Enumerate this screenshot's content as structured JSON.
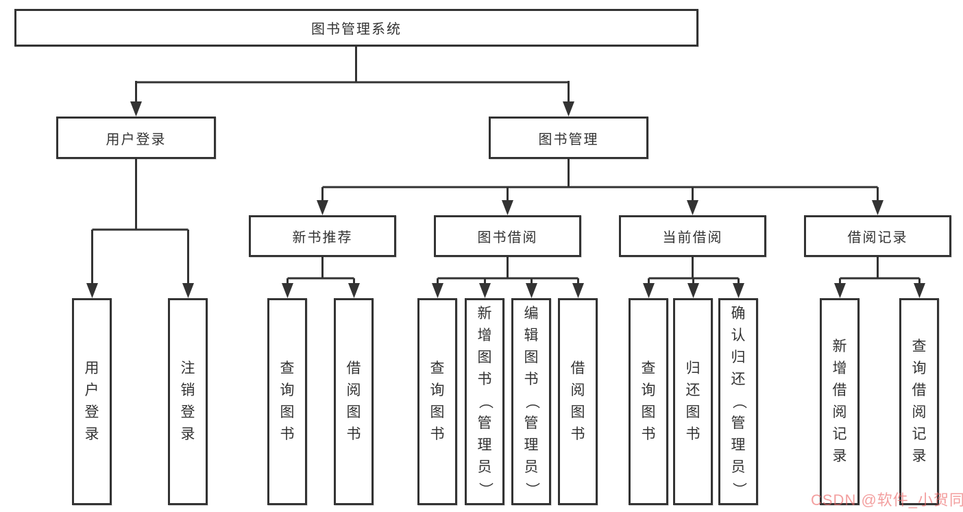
{
  "tree": {
    "root": {
      "label": "图书管理系统"
    },
    "branches": [
      {
        "label": "用户登录",
        "children": [
          {
            "label": "用户登录"
          },
          {
            "label": "注销登录"
          }
        ]
      },
      {
        "label": "图书管理",
        "children": [
          {
            "label": "新书推荐",
            "children": [
              {
                "label": "查询图书"
              },
              {
                "label": "借阅图书"
              }
            ]
          },
          {
            "label": "图书借阅",
            "children": [
              {
                "label": "查询图书"
              },
              {
                "label": "新增图书（管理员）"
              },
              {
                "label": "编辑图书（管理员）"
              },
              {
                "label": "借阅图书"
              }
            ]
          },
          {
            "label": "当前借阅",
            "children": [
              {
                "label": "查询图书"
              },
              {
                "label": "归还图书"
              },
              {
                "label": "确认归还（管理员）"
              }
            ]
          },
          {
            "label": "借阅记录",
            "children": [
              {
                "label": "新增借阅记录"
              },
              {
                "label": "查询借阅记录"
              }
            ]
          }
        ]
      }
    ]
  },
  "watermark": {
    "text": "CSDN @软件_小贺同学",
    "color": "#eb6464"
  },
  "colors": {
    "line": "#333333",
    "box_border": "#333333",
    "text": "#333333",
    "background": "#ffffff"
  }
}
